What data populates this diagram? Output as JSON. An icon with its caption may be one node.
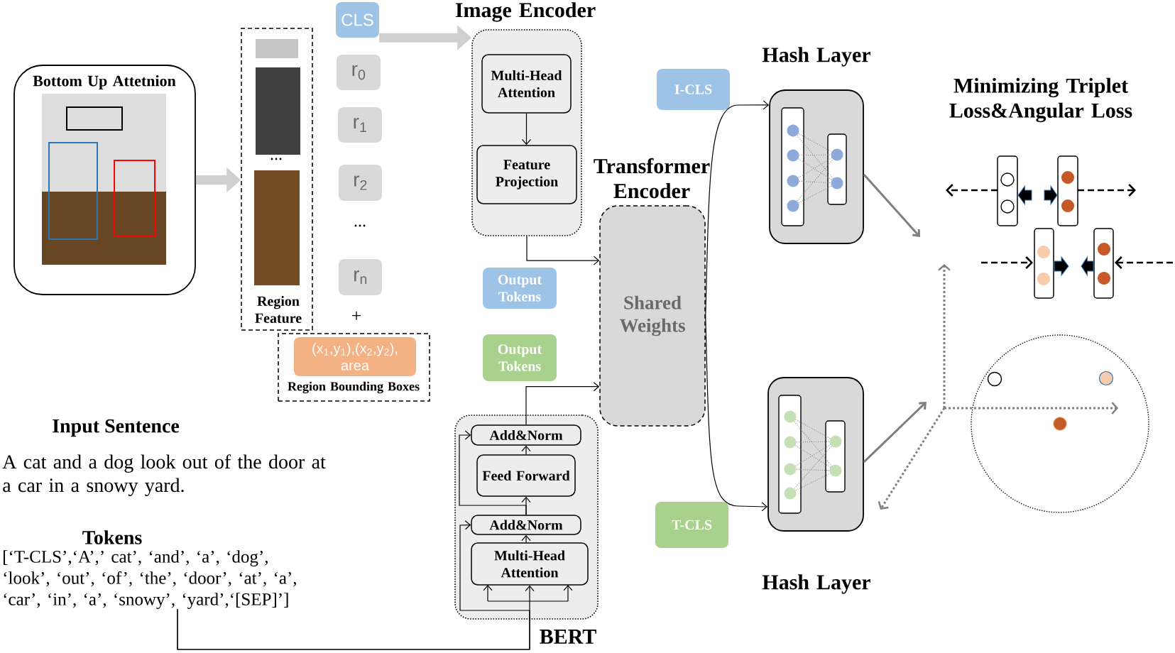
{
  "diagram": {
    "nodes": [
      {
        "text": [
          "Bottom Up Attetnion"
        ]
      },
      {
        "text": [
          "Region Feature"
        ]
      },
      {
        "text": [
          "CLS"
        ]
      },
      {
        "text": [
          "r$_{0}$"
        ]
      },
      {
        "text": [
          "r$_{1}$"
        ]
      },
      {
        "text": [
          "r$_{2}$"
        ]
      },
      {
        "text": [
          "r$_{n}$"
        ]
      },
      {
        "text": [
          "Region Bounding Boxes"
        ]
      },
      {
        "text": [
          "(x$_{1}$,y$_{1}$),(x$_{2}$,y$_{2}$), area"
        ],
        "in": 7
      },
      {
        "text": [
          "Image Encoder"
        ]
      },
      {
        "text": [
          "Multi-Head Attention"
        ],
        "in": 9
      },
      {
        "text": [
          "Feature Projection"
        ],
        "in": 9
      },
      {
        "text": [
          "Transformer Encoder",
          "Shared Weights"
        ]
      },
      {
        "text": [
          "Output Tokens"
        ]
      },
      {
        "text": [
          "Output Tokens"
        ]
      },
      {
        "text": [
          "BERT"
        ]
      },
      {
        "text": [
          "Add&Norm"
        ],
        "in": 15
      },
      {
        "text": [
          "Feed Forward"
        ],
        "in": 15
      },
      {
        "text": [
          "Add&Norm"
        ],
        "in": 15
      },
      {
        "text": [
          "Multi-Head Attention"
        ],
        "in": 15
      },
      {
        "text": [
          "I-CLS"
        ]
      },
      {
        "text": [
          "T-CLS"
        ]
      },
      {
        "text": [
          "Hash Layer"
        ]
      },
      {
        "text": [
          "Hash Layer"
        ]
      },
      {
        "text": [
          "Tokens",
          "[‘T-CLS’,‘A’,’ cat’, ‘and’, ‘a’, ‘dog’, ‘look’, ‘out’, ‘of’, ‘the’, ‘door’, ‘at’, ‘a’, ‘car’, ‘in’, ‘a’, ‘snowy’, ‘yard’,‘[SEP]’]"
        ]
      }
    ],
    "edges": [
      {
        "from": 0,
        "to": 1,
        "arrow": "to",
        "style": "thick",
        "color": "#d0d0d0"
      },
      {
        "from": 2,
        "to": 9,
        "arrow": "to",
        "style": "thick",
        "color": "#d0d0d0"
      },
      {
        "from": 10,
        "to": 11,
        "arrow": "to"
      },
      {
        "from": 9,
        "to": 12,
        "arrow": "to"
      },
      {
        "from": 24,
        "to": 19,
        "arrow": "to"
      },
      {
        "from": 24,
        "to": 18,
        "arrow": "to"
      },
      {
        "from": 18,
        "to": 17,
        "arrow": "to"
      },
      {
        "from": 17,
        "to": 16,
        "arrow": "to"
      },
      {
        "from": 18,
        "to": 16,
        "arrow": "to"
      },
      {
        "from": 19,
        "to": 18,
        "arrow": "to"
      },
      {
        "from": 16,
        "to": 12,
        "arrow": "to"
      },
      {
        "from": 12,
        "to": 22,
        "arrow": "to"
      },
      {
        "from": 12,
        "to": 23,
        "arrow": "to"
      },
      {
        "from": 22,
        "to": null,
        "arrow": "to",
        "color": "#7f7f7f"
      },
      {
        "from": 23,
        "to": null,
        "arrow": "to",
        "color": "#7f7f7f"
      }
    ],
    "labels": [
      "...",
      "...",
      "+",
      "Minimizing Triplet Loss&Angular Loss",
      "Input Sentence",
      "A cat and a dog look out of the door at a car in a snowy yard."
    ]
  }
}
